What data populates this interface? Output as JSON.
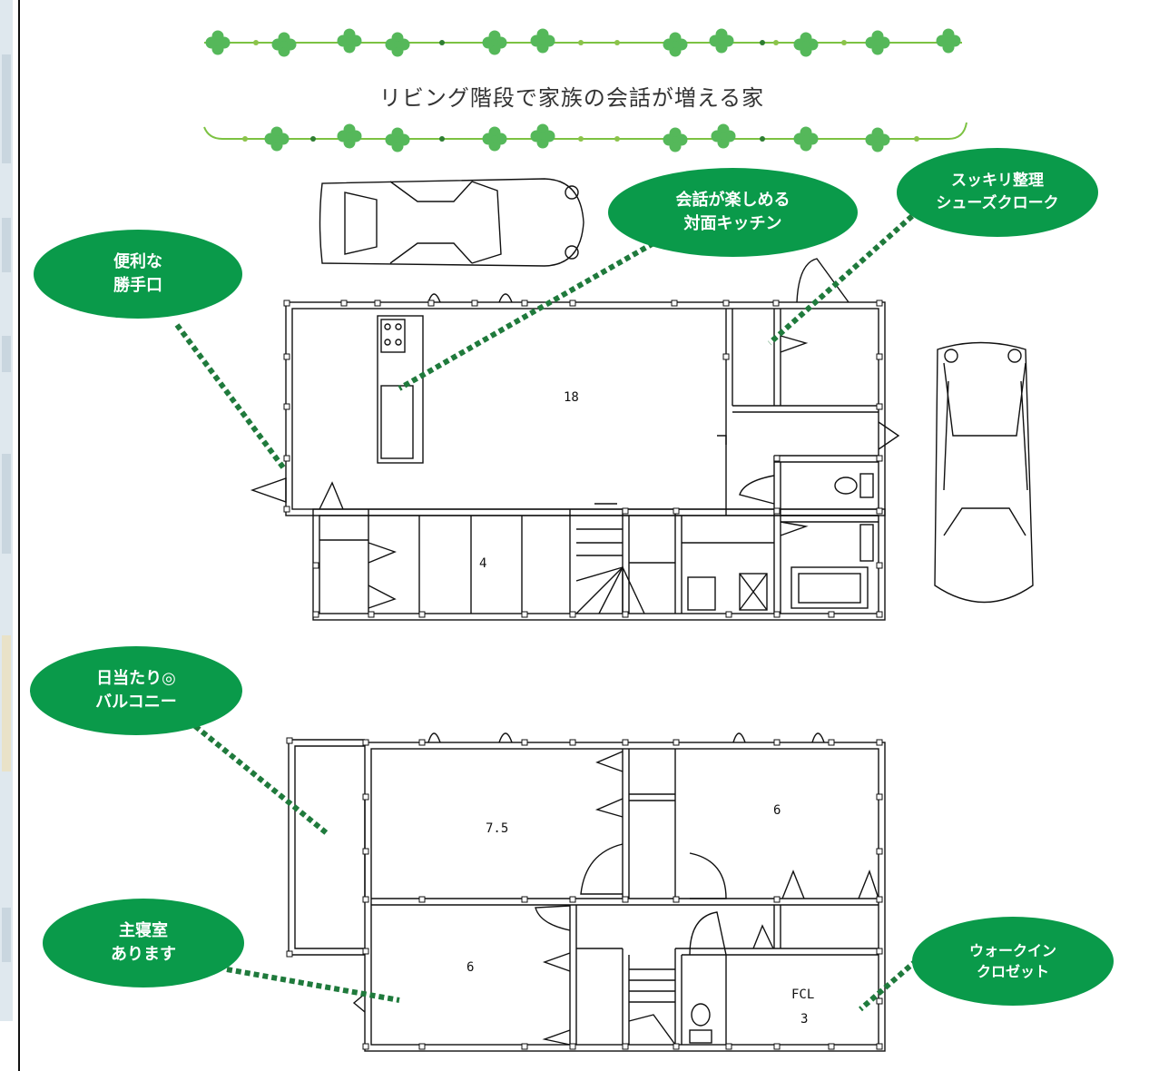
{
  "title": "リビング階段で家族の会話が増える家",
  "callouts": {
    "kitchen": {
      "line1": "会話が楽しめる",
      "line2": "対面キッチン"
    },
    "shoe": {
      "line1": "スッキリ整理",
      "line2": "シューズクローク"
    },
    "back_door": {
      "line1": "便利な",
      "line2": "勝手口"
    },
    "balcony": {
      "line1": "日当たり◎",
      "line2": "バルコニー"
    },
    "master": {
      "line1": "主寝室",
      "line2": "あります"
    },
    "walkin": {
      "line1": "ウォークイン",
      "line2": "クロゼット"
    }
  },
  "rooms": {
    "ldk": "18",
    "washitsu": "4",
    "room_west": "7.5",
    "room_east": "6",
    "master": "6",
    "fcl_label": "FCL",
    "fcl_size": "3"
  },
  "colors": {
    "bubble": "#0a9a4a",
    "dots": "#1f7a3c",
    "clover": "#4caf50",
    "vine": "#7cc242"
  }
}
